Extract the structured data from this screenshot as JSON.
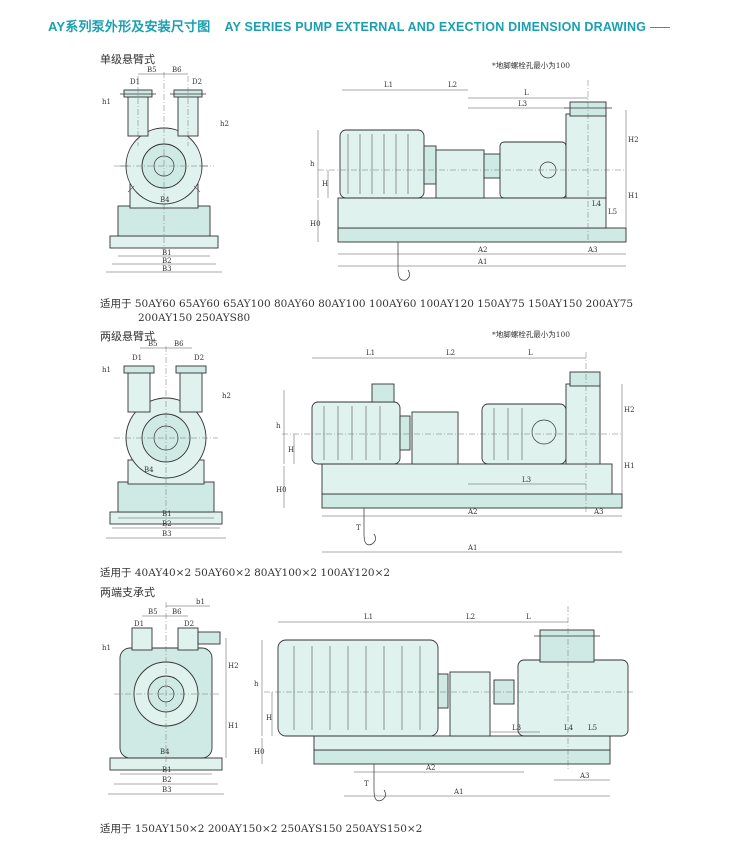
{
  "header": {
    "title_cn": "AY系列泵外形及安装尺寸图",
    "title_en": "AY SERIES PUMP EXTERNAL AND EXECTION DIMENSION DRAWING"
  },
  "sections": [
    {
      "title": "单级悬臂式",
      "note": "*地脚螺栓孔最小为100",
      "models_line1": "适用于 50AY60  65AY60  65AY100  80AY60  80AY100  100AY60  100AY120  150AY75  150AY150  200AY75",
      "models_line2": "200AY150  250AYS80",
      "front_labels": {
        "b5": "B5",
        "b6": "B6",
        "d1": "D1",
        "d2": "D2",
        "h1": "h1",
        "h2": "h2",
        "b4": "B4",
        "b1": "B1",
        "b2": "B2",
        "b3": "B3"
      },
      "side_labels": {
        "l1": "L1",
        "l2": "L2",
        "l": "L",
        "l3": "L3",
        "l4": "L4",
        "l5": "L5",
        "h": "h",
        "hh": "H",
        "h0": "H0",
        "h2": "H2",
        "h1": "H1",
        "a1": "A1",
        "a2": "A2",
        "a3": "A3"
      }
    },
    {
      "title": "两级悬臂式",
      "note": "*地脚螺栓孔最小为100",
      "models_line1": "适用于 40AY40×2   50AY60×2   80AY100×2   100AY120×2",
      "front_labels": {
        "b5": "B5",
        "b6": "B6",
        "d1": "D1",
        "d2": "D2",
        "h1": "h1",
        "h2": "h2",
        "b4": "B4",
        "b1": "B1",
        "b2": "B2",
        "b3": "B3"
      },
      "side_labels": {
        "l1": "L1",
        "l2": "L2",
        "l": "L",
        "l3": "L3",
        "t": "T",
        "h": "h",
        "hh": "H",
        "h0": "H0",
        "h2": "H2",
        "h1": "H1",
        "a1": "A1",
        "a2": "A2",
        "a3": "A3"
      }
    },
    {
      "title": "两端支承式",
      "models_line1": "适用于 150AY150×2   200AY150×2   250AYS150   250AYS150×2",
      "front_labels": {
        "b1": "b1",
        "b5": "B5",
        "b6": "B6",
        "d1": "D1",
        "d2": "D2",
        "h1": "h1",
        "h2": "H2",
        "hh1": "H1",
        "b4": "B4",
        "b1u": "B1",
        "b2": "B2",
        "b3": "B3"
      },
      "side_labels": {
        "l1": "L1",
        "l2": "L2",
        "l": "L",
        "l3": "L3",
        "l4": "L4",
        "l5": "L5",
        "t": "T",
        "h": "h",
        "hh": "H",
        "h0": "H0",
        "a1": "A1",
        "a2": "A2",
        "a3": "A3"
      }
    }
  ]
}
